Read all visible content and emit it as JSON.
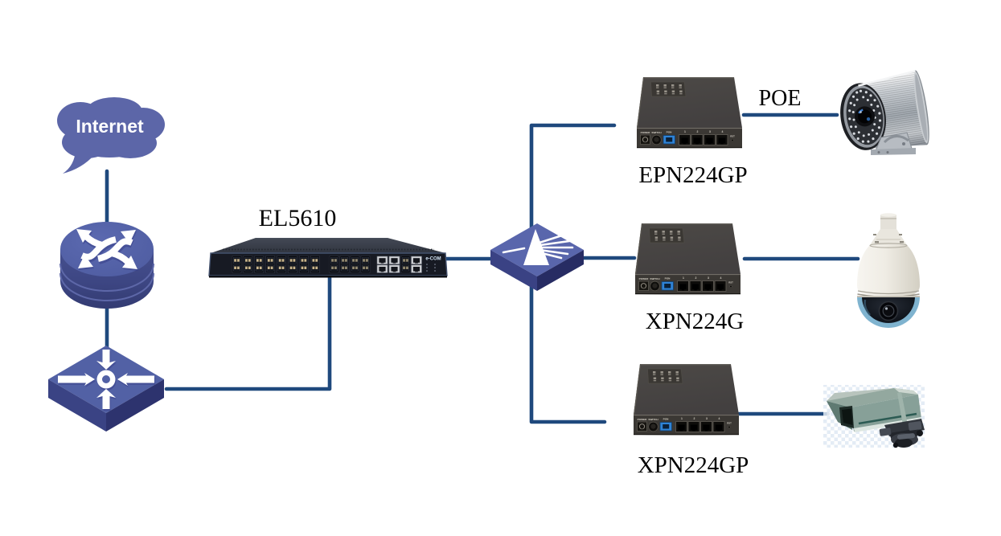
{
  "diagram": {
    "labels": {
      "internet": "Internet",
      "olt": "EL5610",
      "poe": "POE",
      "onu_top": "EPN224GP",
      "onu_middle": "XPN224G",
      "onu_bottom": "XPN224GP"
    },
    "olt_logo": "e-COM",
    "onu_panel": {
      "power": "POWER",
      "switch": "SWITCH",
      "pon": "PON",
      "ports": [
        "1",
        "2",
        "3",
        "4"
      ],
      "rst": "RST"
    },
    "icons": [
      {
        "name": "internet-cloud-icon",
        "shape": "speech-bubble-cloud"
      },
      {
        "name": "router-icon",
        "shape": "cylinder-with-crossing-arrows"
      },
      {
        "name": "lan-switch-icon",
        "shape": "3d-diamond-with-inward-arrows"
      },
      {
        "name": "optical-splitter-icon",
        "shape": "3d-diamond-with-prism-splitting-light"
      },
      {
        "name": "olt-chassis-image",
        "shape": "rack-mount-olt-with-sfp-and-rj45-ports"
      },
      {
        "name": "onu-device-image",
        "shape": "desktop-onu-4-port"
      },
      {
        "name": "bullet-camera-image",
        "shape": "ir-bullet-camera"
      },
      {
        "name": "dome-camera-image",
        "shape": "speed-dome-camera"
      },
      {
        "name": "ptz-camera-image",
        "shape": "box-camera-on-pan-tilt-mount"
      }
    ],
    "colors": {
      "bg": "#ffffff",
      "link": "#1f497d",
      "label": "#000000",
      "internet-text": "#ffffff",
      "cloud": "#5c66a8",
      "node-top": "#5261a5",
      "node-side-left": "#3a4384",
      "node-side-right": "#2d336e",
      "onu-body": "#45423f",
      "pon-blue": "#2f83d6"
    }
  }
}
